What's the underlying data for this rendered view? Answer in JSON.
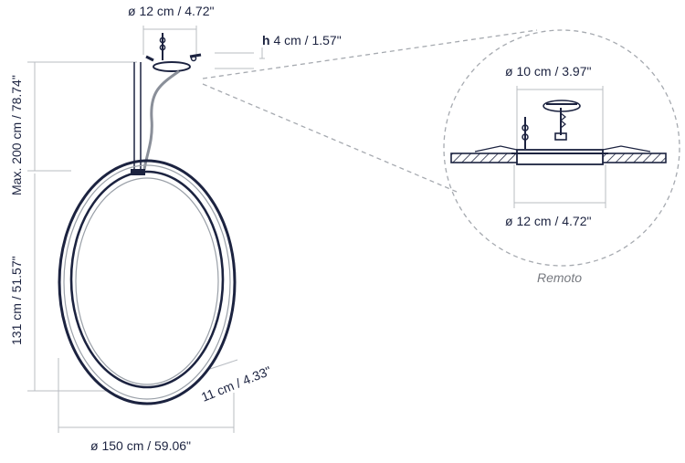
{
  "dimensions": {
    "canopy_diameter": "ø 12 cm / 4.72\"",
    "height_symbol": "h",
    "canopy_height": "4 cm / 1.57\"",
    "max_length": "Max. 200 cm / 78.74\"",
    "ring_height": "131 cm / 51.57\"",
    "ring_thickness": "11 cm / 4.33\"",
    "ring_diameter": "ø 150 cm / 59.06\""
  },
  "detail": {
    "inner_diameter": "ø 10 cm / 3.97\"",
    "outer_diameter": "ø 12 cm / 4.72\"",
    "caption": "Remoto"
  },
  "colors": {
    "line": "#1c2340",
    "dim_line": "#b8bcc2",
    "hatch": "#1c2340"
  }
}
